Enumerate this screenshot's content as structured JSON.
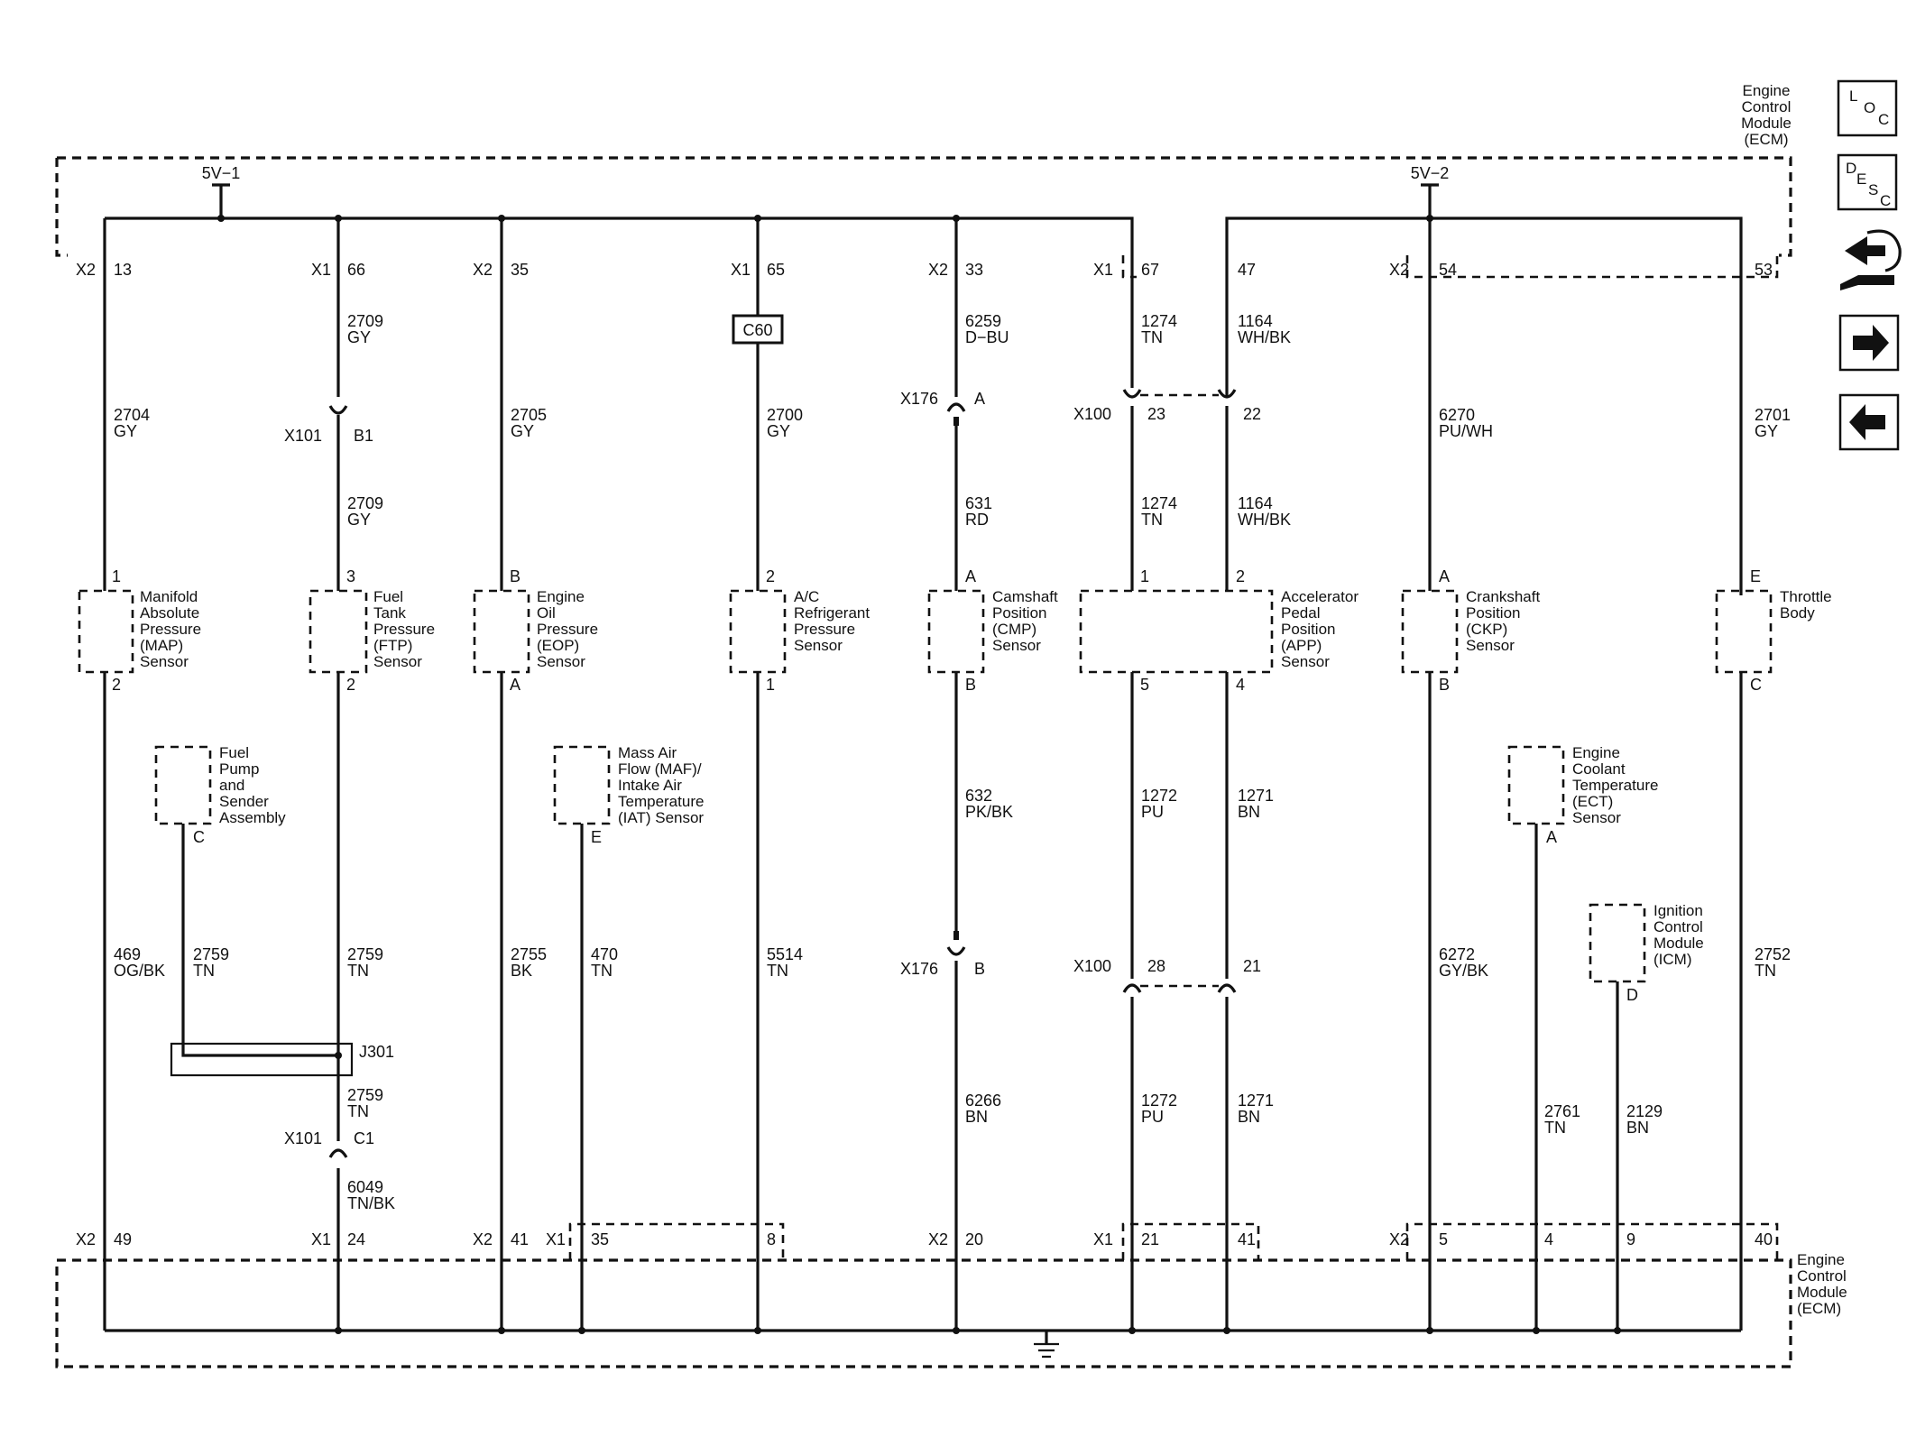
{
  "ecm_top_label": [
    "Engine",
    "Control",
    "Module",
    "(ECM)"
  ],
  "ecm_bottom_label": [
    "Engine",
    "Control",
    "Module",
    "(ECM)"
  ],
  "supply_1": "5V−1",
  "supply_2": "5V−2",
  "top_pins": [
    {
      "conn": "X2",
      "pin": "13"
    },
    {
      "conn": "X1",
      "pin": "66"
    },
    {
      "conn": "X2",
      "pin": "35"
    },
    {
      "conn": "X1",
      "pin": "65"
    },
    {
      "conn": "X2",
      "pin": "33"
    },
    {
      "conn": "X1",
      "pin": "67"
    },
    {
      "conn": "",
      "pin": "47"
    },
    {
      "conn": "X2",
      "pin": "54"
    },
    {
      "conn": "",
      "pin": "53"
    }
  ],
  "bottom_pins": [
    {
      "conn": "X2",
      "pin": "49"
    },
    {
      "conn": "X1",
      "pin": "24"
    },
    {
      "conn": "X2",
      "pin": "41"
    },
    {
      "conn": "X1",
      "pin": "35"
    },
    {
      "conn": "",
      "pin": "8"
    },
    {
      "conn": "X2",
      "pin": "20"
    },
    {
      "conn": "X1",
      "pin": "21"
    },
    {
      "conn": "",
      "pin": "41"
    },
    {
      "conn": "X2",
      "pin": "5"
    },
    {
      "conn": "",
      "pin": "4"
    },
    {
      "conn": "",
      "pin": "9"
    },
    {
      "conn": "",
      "pin": "40"
    }
  ],
  "wires": [
    {
      "circuit": "2704",
      "color": "GY"
    },
    {
      "circuit": "2709",
      "color": "GY"
    },
    {
      "circuit": "2709",
      "color": "GY"
    },
    {
      "circuit": "2705",
      "color": "GY"
    },
    {
      "circuit": "2700",
      "color": "GY"
    },
    {
      "circuit": "6259",
      "color": "D−BU"
    },
    {
      "circuit": "631",
      "color": "RD"
    },
    {
      "circuit": "1274",
      "color": "TN"
    },
    {
      "circuit": "1274",
      "color": "TN"
    },
    {
      "circuit": "1164",
      "color": "WH/BK"
    },
    {
      "circuit": "1164",
      "color": "WH/BK"
    },
    {
      "circuit": "6270",
      "color": "PU/WH"
    },
    {
      "circuit": "2701",
      "color": "GY"
    },
    {
      "circuit": "469",
      "color": "OG/BK"
    },
    {
      "circuit": "2759",
      "color": "TN"
    },
    {
      "circuit": "2759",
      "color": "TN"
    },
    {
      "circuit": "2759",
      "color": "TN"
    },
    {
      "circuit": "6049",
      "color": "TN/BK"
    },
    {
      "circuit": "2755",
      "color": "BK"
    },
    {
      "circuit": "470",
      "color": "TN"
    },
    {
      "circuit": "5514",
      "color": "TN"
    },
    {
      "circuit": "632",
      "color": "PK/BK"
    },
    {
      "circuit": "6266",
      "color": "BN"
    },
    {
      "circuit": "1272",
      "color": "PU"
    },
    {
      "circuit": "1272",
      "color": "PU"
    },
    {
      "circuit": "1271",
      "color": "BN"
    },
    {
      "circuit": "1271",
      "color": "BN"
    },
    {
      "circuit": "6272",
      "color": "GY/BK"
    },
    {
      "circuit": "2752",
      "color": "TN"
    },
    {
      "circuit": "2761",
      "color": "TN"
    },
    {
      "circuit": "2129",
      "color": "BN"
    }
  ],
  "inline_connectors": {
    "x101_top": {
      "name": "X101",
      "pin": "B1"
    },
    "x101_bottom": {
      "name": "X101",
      "pin": "C1"
    },
    "x176_top": {
      "name": "X176",
      "pin": "A"
    },
    "x176_bottom": {
      "name": "X176",
      "pin": "B"
    },
    "x100_top": {
      "name": "X100",
      "pin_a": "23",
      "pin_b": "22"
    },
    "x100_bottom": {
      "name": "X100",
      "pin_a": "28",
      "pin_b": "21"
    },
    "c60": "C60",
    "j301": "J301"
  },
  "components": [
    {
      "name": [
        "Manifold",
        "Absolute",
        "Pressure",
        "(MAP)",
        "Sensor"
      ],
      "pin_top": "1",
      "pin_bottom": "2"
    },
    {
      "name": [
        "Fuel",
        "Tank",
        "Pressure",
        "(FTP)",
        "Sensor"
      ],
      "pin_top": "3",
      "pin_bottom": "2"
    },
    {
      "name": [
        "Engine",
        "Oil",
        "Pressure",
        "(EOP)",
        "Sensor"
      ],
      "pin_top": "B",
      "pin_bottom": "A"
    },
    {
      "name": [
        "A/C",
        "Refrigerant",
        "Pressure",
        "Sensor"
      ],
      "pin_top": "2",
      "pin_bottom": "1"
    },
    {
      "name": [
        "Camshaft",
        "Position",
        "(CMP)",
        "Sensor"
      ],
      "pin_top": "A",
      "pin_bottom": "B"
    },
    {
      "name": [
        "Accelerator",
        "Pedal",
        "Position",
        "(APP)",
        "Sensor"
      ],
      "pin_top": [
        "1",
        "2"
      ],
      "pin_bottom": [
        "5",
        "4"
      ]
    },
    {
      "name": [
        "Crankshaft",
        "Position",
        "(CKP)",
        "Sensor"
      ],
      "pin_top": "A",
      "pin_bottom": "B"
    },
    {
      "name": [
        "Throttle",
        "Body"
      ],
      "pin_top": "E",
      "pin_bottom": "C"
    },
    {
      "name": [
        "Fuel",
        "Pump",
        "and",
        "Sender",
        "Assembly"
      ],
      "pin_bottom": "C"
    },
    {
      "name": [
        "Mass Air",
        "Flow (MAF)/",
        "Intake Air",
        "Temperature",
        "(IAT) Sensor"
      ],
      "pin_bottom": "E"
    },
    {
      "name": [
        "Engine",
        "Coolant",
        "Temperature",
        "(ECT)",
        "Sensor"
      ],
      "pin_bottom": "A"
    },
    {
      "name": [
        "Ignition",
        "Control",
        "Module",
        "(ICM)"
      ],
      "pin_bottom": "D"
    }
  ],
  "nav_icons": [
    {
      "icon": "location-icon",
      "text": [
        "L",
        "O",
        "C"
      ]
    },
    {
      "icon": "description-icon",
      "text": [
        "D",
        "E",
        "S",
        "C"
      ]
    },
    {
      "icon": "connector-end-view-icon"
    },
    {
      "icon": "next-page-arrow-icon"
    },
    {
      "icon": "previous-page-arrow-icon"
    }
  ]
}
